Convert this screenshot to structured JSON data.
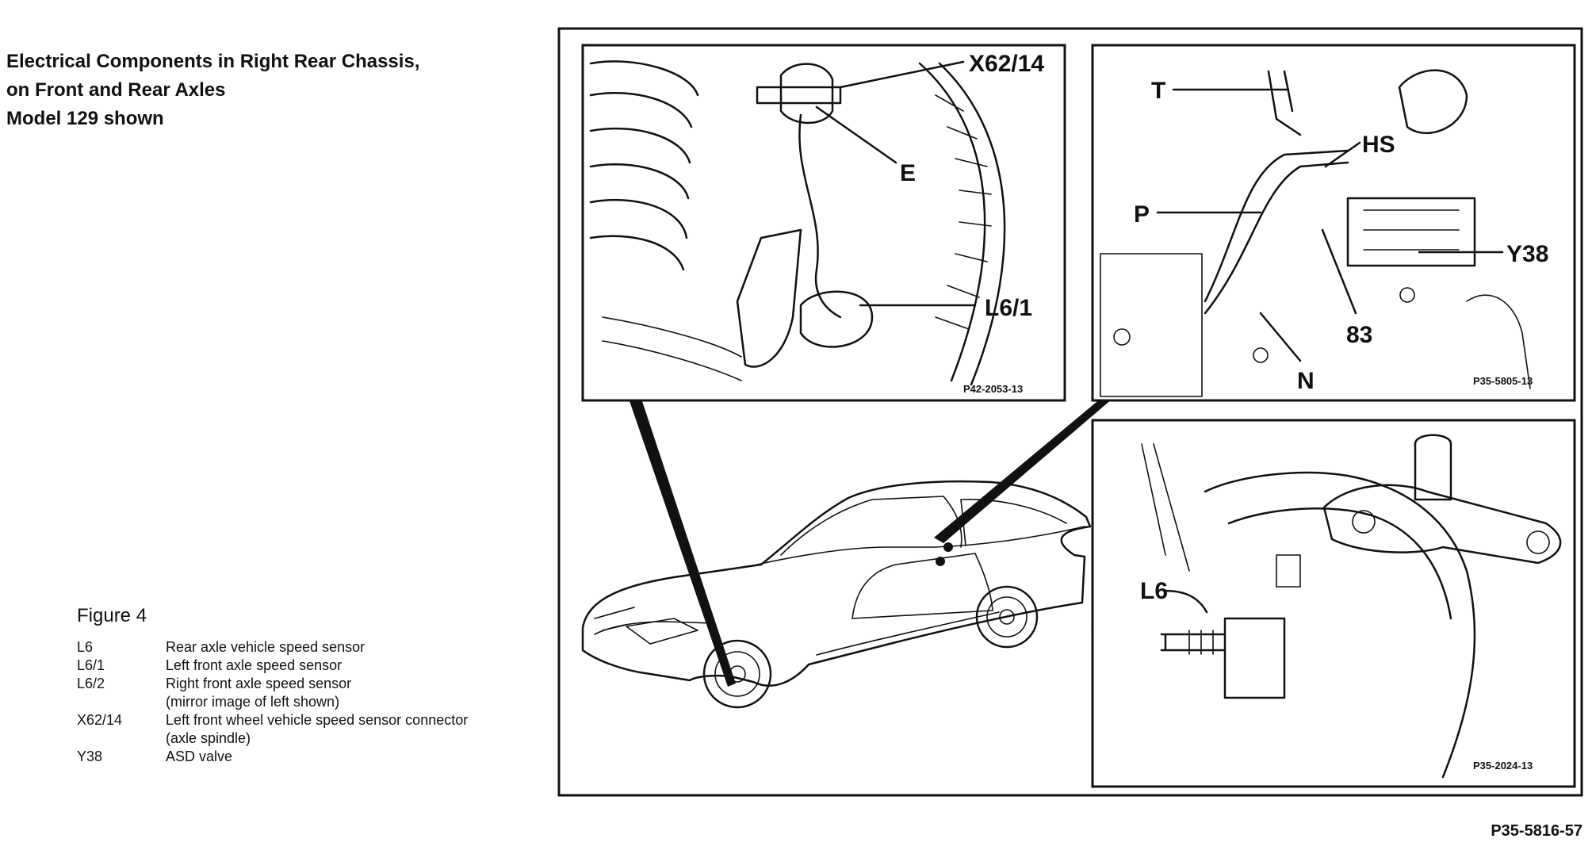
{
  "title": {
    "line1": "Electrical Components in Right Rear Chassis,",
    "line2": "on Front and Rear Axles",
    "line3": "Model 129 shown"
  },
  "figure": {
    "label": "Figure 4",
    "legend": [
      {
        "code": "L6",
        "desc": "Rear axle vehicle speed sensor",
        "sub": ""
      },
      {
        "code": "L6/1",
        "desc": "Left front axle speed sensor",
        "sub": ""
      },
      {
        "code": "L6/2",
        "desc": "Right front axle speed sensor",
        "sub": "(mirror image of left shown)"
      },
      {
        "code": "X62/14",
        "desc": "Left front wheel vehicle speed sensor connector",
        "sub": "(axle spindle)"
      },
      {
        "code": "Y38",
        "desc": "ASD valve",
        "sub": ""
      }
    ]
  },
  "inset_front_axle": {
    "labels": {
      "x62": "X62/14",
      "e": "E",
      "l61": "L6/1"
    },
    "ref": "P42-2053-13"
  },
  "inset_rear_chassis": {
    "labels": {
      "t": "T",
      "hs": "HS",
      "p": "P",
      "y38": "Y38",
      "n83": "83",
      "n": "N"
    },
    "ref": "P35-5805-13"
  },
  "inset_rear_axle": {
    "labels": {
      "l6": "L6"
    },
    "ref": "P35-2024-13"
  },
  "main_ref": "P35-5816-57"
}
